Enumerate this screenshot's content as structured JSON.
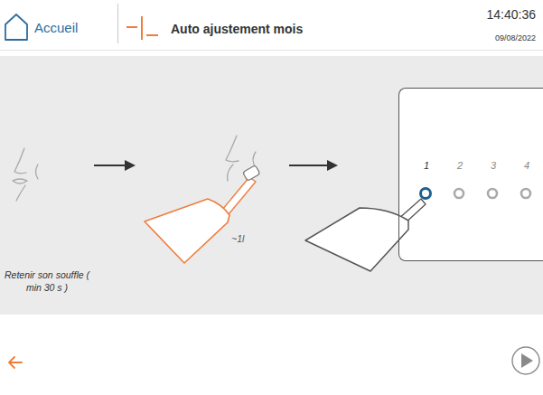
{
  "diagram": {
    "title": "Auto ajustement mois",
    "nodes": [
      {
        "text": [
          "1",
          "2",
          "3",
          "4"
        ]
      }
    ],
    "labels": [
      "Accueil",
      "14:40:36",
      "09/08/2022",
      "Retenir son souffle ( min 30 s )",
      "~1l"
    ]
  }
}
